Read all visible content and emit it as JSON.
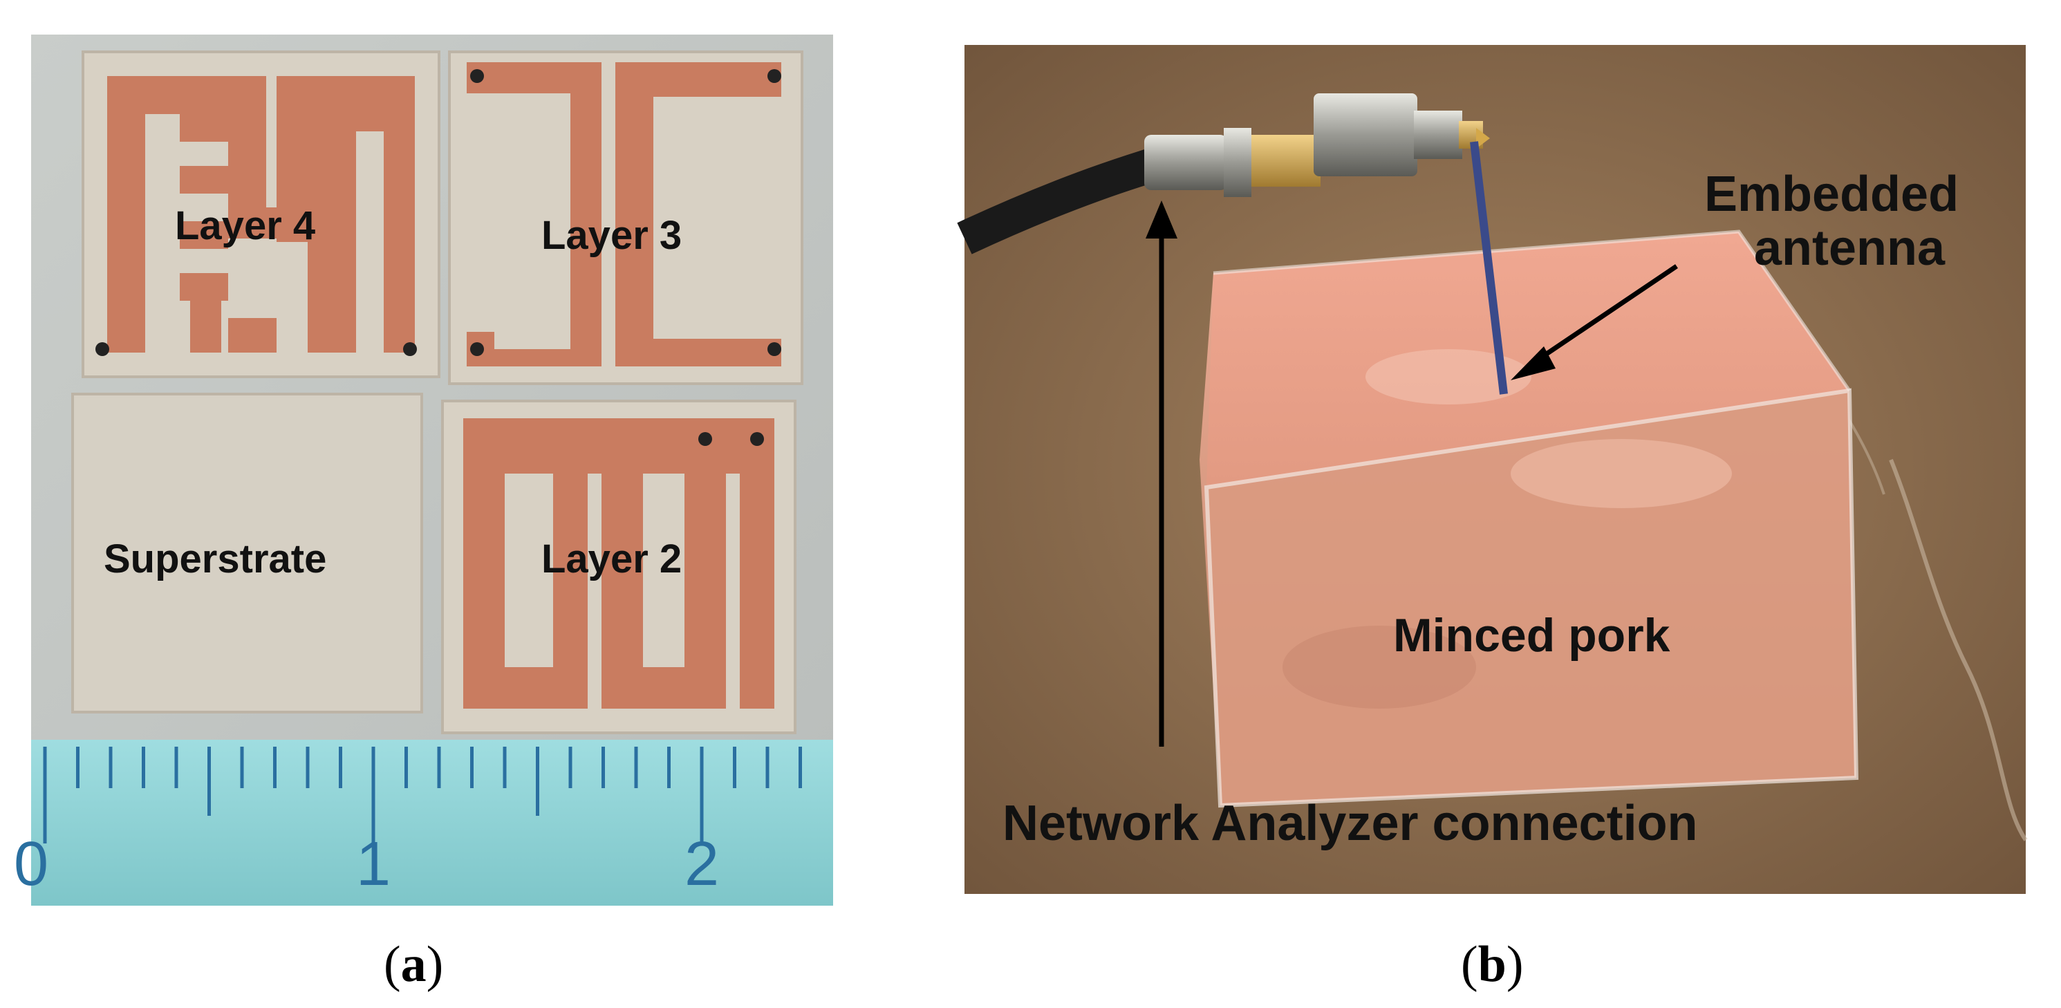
{
  "panel_a": {
    "caption_letter": "a",
    "labels": {
      "layer4": "Layer 4",
      "layer3": "Layer 3",
      "superstrate": "Superstrate",
      "layer2": "Layer 2"
    },
    "ruler": {
      "mark_0": "0",
      "mark_1": "1",
      "mark_2": "2"
    }
  },
  "panel_b": {
    "caption_letter": "b",
    "labels": {
      "embedded_line1": "Embedded",
      "embedded_line2": "antenna",
      "minced_pork": "Minced pork",
      "network_analyzer": "Network Analyzer connection"
    }
  },
  "colors": {
    "substrate": "#d6d0c4",
    "copper": "#c77a5f",
    "ruler": "#8fd3d6",
    "pork": "#e8a18c",
    "table": "#8b6a4a"
  }
}
